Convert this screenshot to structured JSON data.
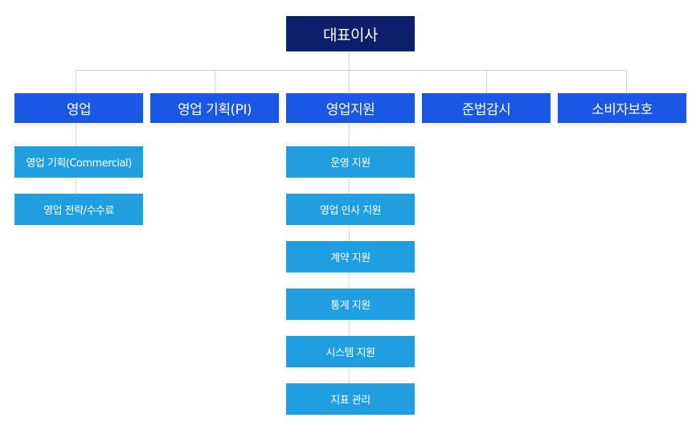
{
  "ceo": "대표이사",
  "departments": [
    {
      "label": "영업",
      "teams": [
        "영업 기획(Commercial)",
        "영업 전략/수수료"
      ]
    },
    {
      "label": "영업 기획(PI)",
      "teams": []
    },
    {
      "label": "영업지원",
      "teams": [
        "운영 지원",
        "영업 인사 지원",
        "계약 지원",
        "통계 지원",
        "시스템 지원",
        "지표 관리"
      ]
    },
    {
      "label": "준법감시",
      "teams": []
    },
    {
      "label": "소비자보호",
      "teams": []
    }
  ],
  "colors": {
    "ceo": "#0b1f6b",
    "department": "#1858e4",
    "team": "#1f9fe0",
    "connector": "#c9d7ea"
  }
}
